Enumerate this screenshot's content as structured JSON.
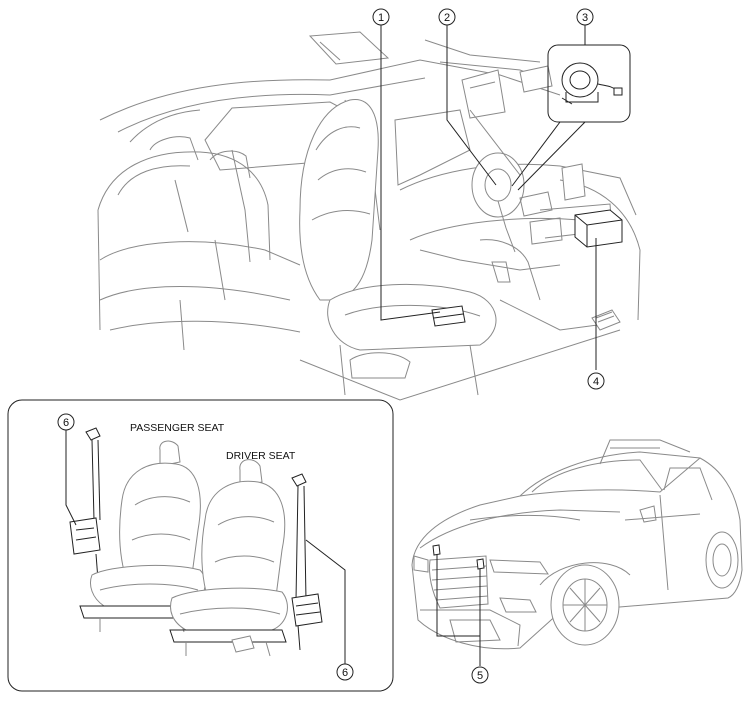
{
  "callouts": {
    "c1": "1",
    "c2": "2",
    "c3": "3",
    "c4": "4",
    "c5": "5",
    "c6a": "6",
    "c6b": "6"
  },
  "inset": {
    "passenger_seat": "PASSENGER SEAT",
    "driver_seat": "DRIVER SEAT"
  }
}
